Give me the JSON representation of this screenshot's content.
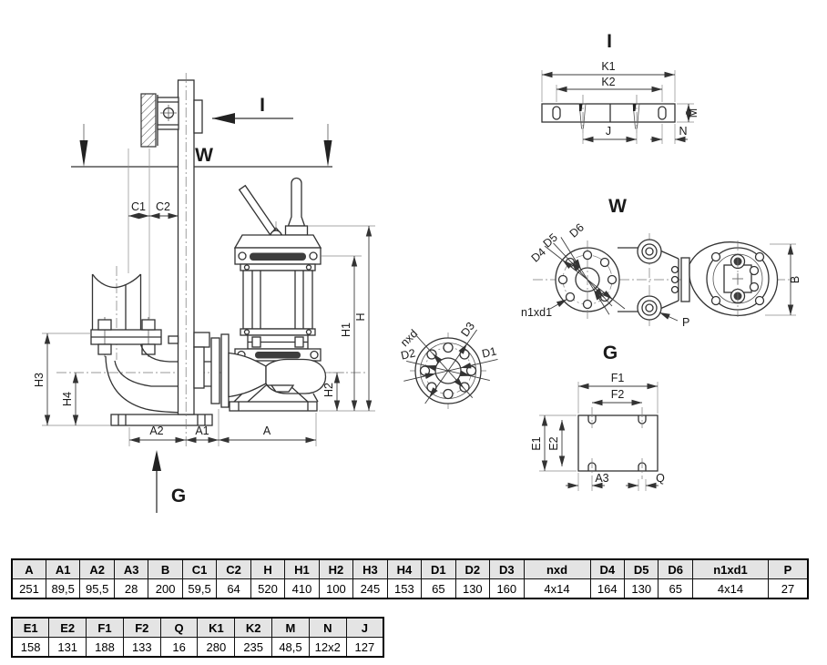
{
  "views": {
    "main": {
      "section_arrow_i": "I",
      "water_level": "W",
      "bottom_arrow_g": "G",
      "dims": {
        "c1": "C1",
        "c2": "C2",
        "h": "H",
        "h1": "H1",
        "h2": "H2",
        "h3": "H3",
        "h4": "H4",
        "a": "A",
        "a1": "A1",
        "a2": "A2"
      }
    },
    "view_i": {
      "title": "I",
      "dims": {
        "k1": "K1",
        "k2": "K2",
        "j": "J",
        "m": "M",
        "n": "N"
      }
    },
    "view_w": {
      "title": "W",
      "dims": {
        "d4": "D4",
        "d5": "D5",
        "d6": "D6",
        "n1xd1": "n1xd1",
        "p": "P",
        "b": "B"
      }
    },
    "flange_detail": {
      "dims": {
        "nxd": "nxd",
        "d1": "D1",
        "d2": "D2",
        "d3": "D3"
      }
    },
    "view_g": {
      "title": "G",
      "dims": {
        "f1": "F1",
        "f2": "F2",
        "e1": "E1",
        "e2": "E2",
        "a3": "A3",
        "q": "Q"
      }
    }
  },
  "tables": [
    {
      "headers": [
        "A",
        "A1",
        "A2",
        "A3",
        "B",
        "C1",
        "C2",
        "H",
        "H1",
        "H2",
        "H3",
        "H4",
        "D1",
        "D2",
        "D3",
        "nxd",
        "D4",
        "D5",
        "D6",
        "n1xd1",
        "P"
      ],
      "values": [
        "251",
        "89,5",
        "95,5",
        "28",
        "200",
        "59,5",
        "64",
        "520",
        "410",
        "100",
        "245",
        "153",
        "65",
        "130",
        "160",
        "4x14",
        "164",
        "130",
        "65",
        "4x14",
        "27"
      ]
    },
    {
      "headers": [
        "E1",
        "E2",
        "F1",
        "F2",
        "Q",
        "K1",
        "K2",
        "M",
        "N",
        "J"
      ],
      "values": [
        "158",
        "131",
        "188",
        "133",
        "16",
        "280",
        "235",
        "48,5",
        "12x2",
        "127"
      ]
    }
  ],
  "colors": {
    "line": "#333333",
    "table_header_bg": "#e4e4e4"
  }
}
